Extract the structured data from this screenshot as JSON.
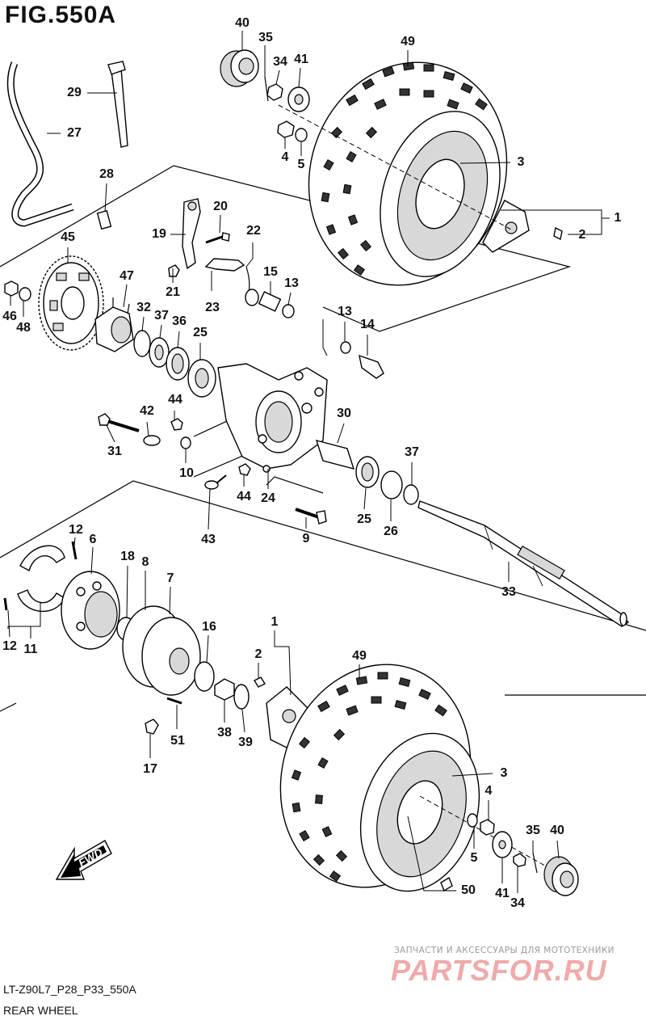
{
  "figure": {
    "title": "FIG.550A",
    "code": "LT-Z90L7_P28_P33_550A",
    "caption": "REAR WHEEL"
  },
  "watermark": {
    "tagline": "ЗАПЧАСТИ И АКСЕССУАРЫ ДЛЯ МОТОТЕХНИКИ",
    "brand": "PARTSFOR.RU",
    "color": "#f1a9a9"
  },
  "fwd_label": "FWD",
  "callouts": [
    "40",
    "35",
    "34",
    "41",
    "49",
    "4",
    "5",
    "3",
    "1",
    "2",
    "29",
    "27",
    "28",
    "20",
    "19",
    "22",
    "45",
    "47",
    "21",
    "15",
    "13",
    "32",
    "37",
    "36",
    "25",
    "23",
    "13",
    "14",
    "46",
    "48",
    "44",
    "42",
    "31",
    "30",
    "10",
    "37",
    "24",
    "44",
    "43",
    "9",
    "25",
    "26",
    "33",
    "12",
    "6",
    "18",
    "8",
    "7",
    "16",
    "1",
    "2",
    "12",
    "11",
    "38",
    "39",
    "51",
    "17",
    "49",
    "3",
    "4",
    "35",
    "40",
    "5",
    "41",
    "34",
    "50"
  ]
}
